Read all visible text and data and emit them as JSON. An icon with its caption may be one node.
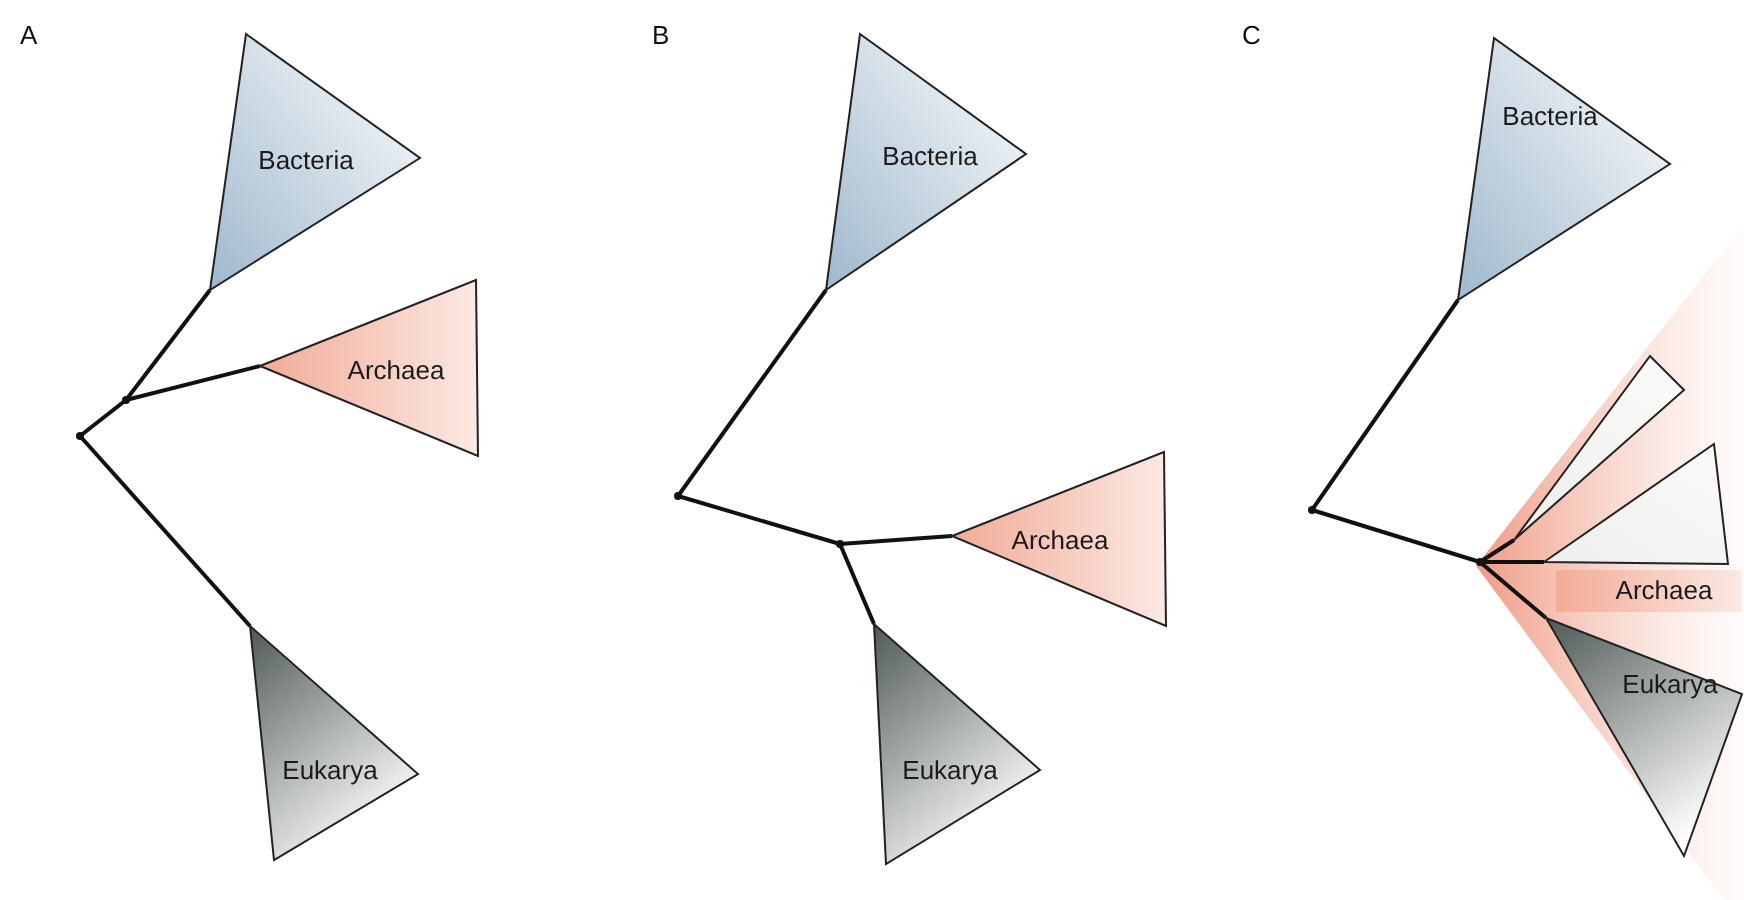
{
  "diagram": {
    "nodes": [
      {
        "text": [],
        "shape": "point"
      },
      {
        "text": [],
        "shape": "point"
      },
      {
        "text": [
          "Bacteria"
        ]
      },
      {
        "text": [
          "Archaea"
        ]
      },
      {
        "text": [
          "Eukarya"
        ]
      },
      {
        "text": [],
        "shape": "point"
      },
      {
        "text": [],
        "shape": "point"
      },
      {
        "text": [
          "Bacteria"
        ]
      },
      {
        "text": [
          "Archaea"
        ]
      },
      {
        "text": [
          "Eukarya"
        ]
      },
      {
        "text": [],
        "shape": "point"
      },
      {
        "text": [],
        "shape": "point"
      },
      {
        "text": [
          "Bacteria"
        ]
      },
      {
        "text": [],
        "shape": "triangle"
      },
      {
        "text": [],
        "shape": "triangle"
      },
      {
        "text": [
          "Archaea"
        ]
      },
      {
        "text": [
          "Eukarya"
        ]
      }
    ],
    "edges": [
      {
        "from": 0,
        "to": 1,
        "arrow": "none"
      },
      {
        "from": 1,
        "to": 2,
        "arrow": "none"
      },
      {
        "from": 1,
        "to": 3,
        "arrow": "none"
      },
      {
        "from": 0,
        "to": 4,
        "arrow": "none"
      },
      {
        "from": 5,
        "to": 7,
        "arrow": "none"
      },
      {
        "from": 5,
        "to": 6,
        "arrow": "none"
      },
      {
        "from": 6,
        "to": 8,
        "arrow": "none"
      },
      {
        "from": 6,
        "to": 9,
        "arrow": "none"
      },
      {
        "from": 10,
        "to": 12,
        "arrow": "none"
      },
      {
        "from": 10,
        "to": 11,
        "arrow": "none"
      },
      {
        "from": 11,
        "to": 13,
        "arrow": "none"
      },
      {
        "from": 11,
        "to": 14,
        "arrow": "none"
      },
      {
        "from": 11,
        "to": 16,
        "arrow": "none"
      }
    ],
    "labels": [
      "A",
      "B",
      "C"
    ]
  }
}
